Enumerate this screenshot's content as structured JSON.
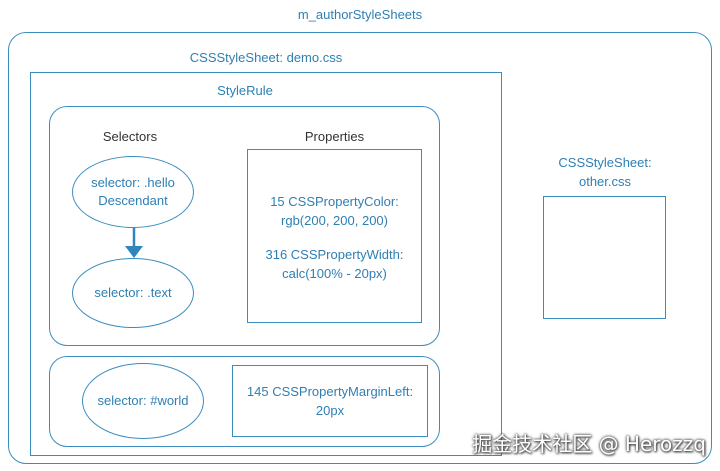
{
  "diagram": {
    "root_label": "m_authorStyleSheets",
    "sheet1": {
      "label": "CSSStyleSheet: demo.css",
      "style_rule_label": "StyleRule",
      "rule1": {
        "selectors_title": "Selectors",
        "properties_title": "Properties",
        "selector_a_line1": "selector: .hello",
        "selector_a_line2": "Descendant",
        "selector_b": "selector: .text",
        "property1_line1": "15 CSSPropertyColor:",
        "property1_line2": "rgb(200, 200, 200)",
        "property2_line1": "316 CSSPropertyWidth:",
        "property2_line2": "calc(100% - 20px)"
      },
      "rule2": {
        "selector": "selector: #world",
        "property_line1": "145 CSSPropertyMarginLeft:",
        "property_line2": "20px"
      }
    },
    "sheet2": {
      "label_line1": "CSSStyleSheet:",
      "label_line2": "other.css"
    }
  },
  "watermark": "掘金技术社区 @ Herozzq",
  "colors": {
    "stroke": "#3b8dc0",
    "text": "#2f7fb2"
  }
}
